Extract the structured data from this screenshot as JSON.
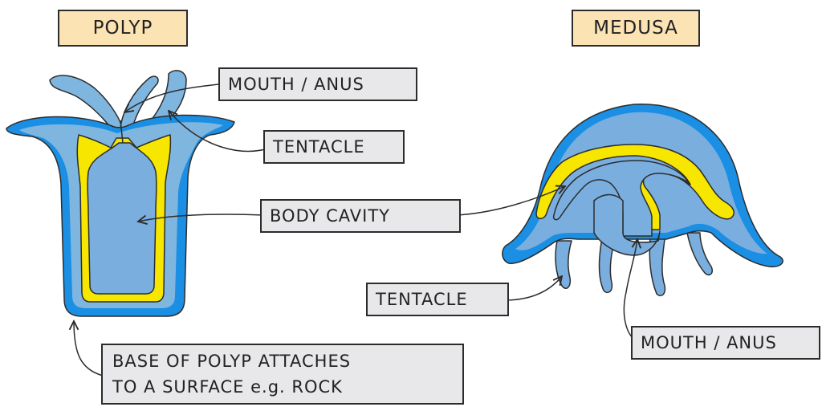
{
  "titles": {
    "polyp": "POLYP",
    "medusa": "MEDUSA"
  },
  "labels": {
    "polyp_mouth": "MOUTH / ANUS",
    "polyp_tentacle": "TENTACLE",
    "body_cavity": "BODY CAVITY",
    "medusa_tentacle": "TENTACLE",
    "medusa_mouth": "MOUTH / ANUS",
    "base_line1": "BASE OF POLYP ATTACHES",
    "base_line2": "TO A SURFACE e.g. ROCK"
  },
  "colors": {
    "title_fill": "#fbe3b4",
    "tag_fill": "#e8e8ea",
    "outer_layer": "#1a8fe3",
    "inner_layer": "#7fb6e0",
    "body_fill": "#7aaede",
    "mesoglea": "#f7e600",
    "outline": "#2c2c2c"
  }
}
